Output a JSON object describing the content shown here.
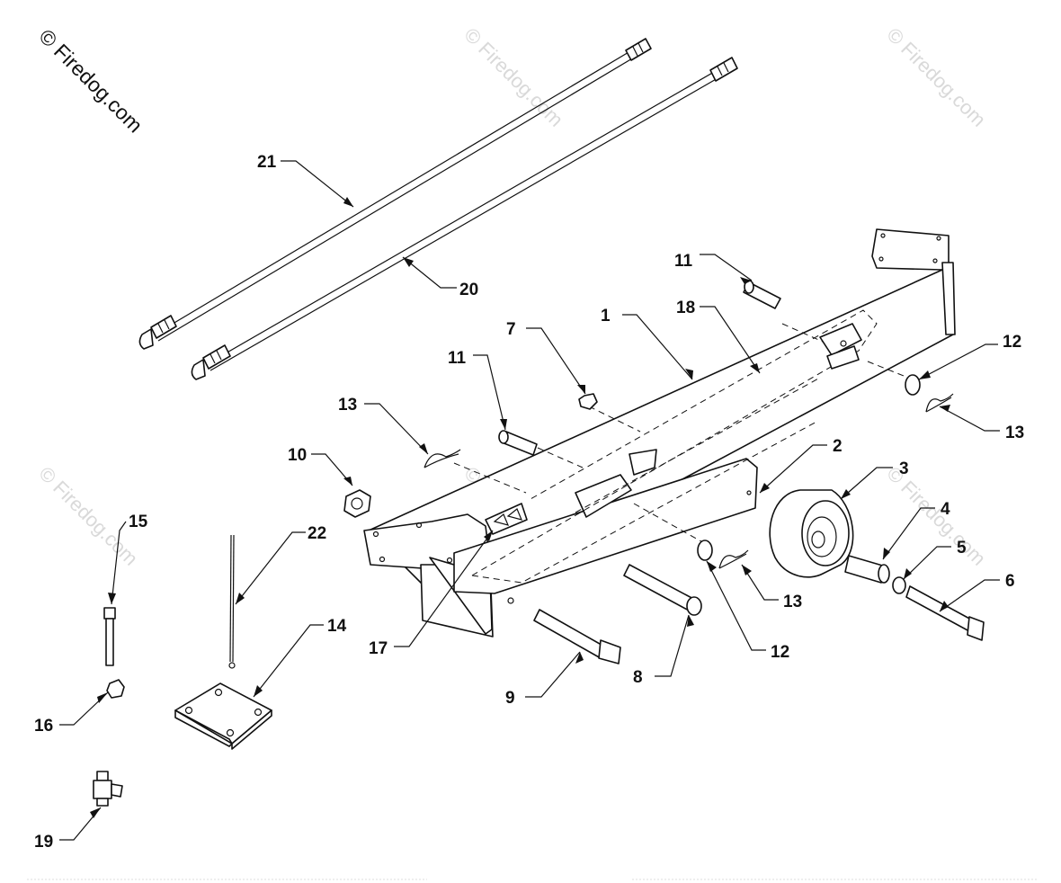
{
  "watermark": {
    "text": "© Firedog.com"
  },
  "callouts": {
    "c1": "1",
    "c2": "2",
    "c3": "3",
    "c4": "4",
    "c5": "5",
    "c6": "6",
    "c7": "7",
    "c8": "8",
    "c9": "9",
    "c10": "10",
    "c11a": "11",
    "c11b": "11",
    "c12a": "12",
    "c12b": "12",
    "c13a": "13",
    "c13b": "13",
    "c13c": "13",
    "c14": "14",
    "c15": "15",
    "c16": "16",
    "c17": "17",
    "c18": "18",
    "c19": "19",
    "c20": "20",
    "c21": "21",
    "c22": "22"
  },
  "colors": {
    "line": "#111111",
    "background": "#ffffff",
    "watermark_faint": "#d9d9d9"
  }
}
